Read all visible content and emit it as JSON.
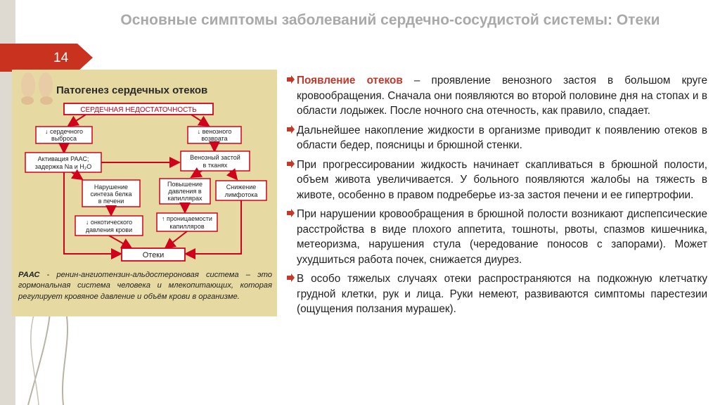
{
  "slide": {
    "title": "Основные симптомы заболеваний сердечно-сосудистой системы: Отеки",
    "number": "14"
  },
  "diagram": {
    "title": "Патогенез сердечных отеков",
    "root": "СЕРДЕЧНАЯ НЕДОСТАТОЧНОСТЬ",
    "left_top_1": "↓ сердечного",
    "left_top_2": "выброса",
    "right_top_1": "↓ венозного",
    "right_top_2": "возврата",
    "raas_1": "Активация РААС;",
    "raas_2": "задержка Na и H₂O",
    "venous_1": "Венозный застой",
    "venous_2": "в тканях",
    "protein_1": "Нарушение",
    "protein_2": "синтеза белка",
    "protein_3": "в печени",
    "pressure_1": "Повышение",
    "pressure_2": "давления в",
    "pressure_3": "капиллярах",
    "lymph_1": "Снижение",
    "lymph_2": "лимфотока",
    "oncotic_1": "↓ онкотического",
    "oncotic_2": "давления крови",
    "perm_1": "↑ проницаемости",
    "perm_2": "капилляров",
    "edema": "Отеки"
  },
  "note": {
    "term": "РААС",
    "text": " - ренин-ангиотензин-альдостероновая система – это гормональная система человека и млекопитающих, которая регулирует кровяное давление и объём крови в организме."
  },
  "bullets": [
    {
      "lead": "Появление отеков",
      "text": " – проявление венозного застоя в большом круге кровообращения. Сначала они появляются во второй половине дня на стопах и в области лодыжек. После ночного сна отечность, как правило, спадает."
    },
    {
      "lead": "",
      "text": "Дальнейшее накопление жидкости в организме приводит к появлению отеков в области бедер, поясницы и брюшной стенки."
    },
    {
      "lead": "",
      "text": "При прогрессировании жидкость начинает скапливаться в брюшной полости, объем живота увеличивается. У больного появляются жалобы на тяжесть в животе, особенно в правом подреберье из-за застоя печени и ее гипертрофии."
    },
    {
      "lead": "",
      "text": "При нарушении кровообращения в брюшной полости возникают диспепсические расстройства в виде плохого аппетита, тошноты, рвоты, спазмов кишечника, метеоризма, нарушения стула (чередование поносов с запорами). Может ухудшиться работа почек, снижается диурез."
    },
    {
      "lead": "",
      "text": "В особо тяжелых случаях отеки распространяются на подкожную клетчатку грудной клетки, рук и лица. Руки немеют, развиваются симптомы парестезии (ощущения ползания мурашек)."
    }
  ],
  "colors": {
    "accent": "#c0392b",
    "badge": "#c8321e",
    "panel": "#e6d9a1",
    "diagram_red": "#d0021b",
    "title_gray": "#a9a9a9"
  }
}
